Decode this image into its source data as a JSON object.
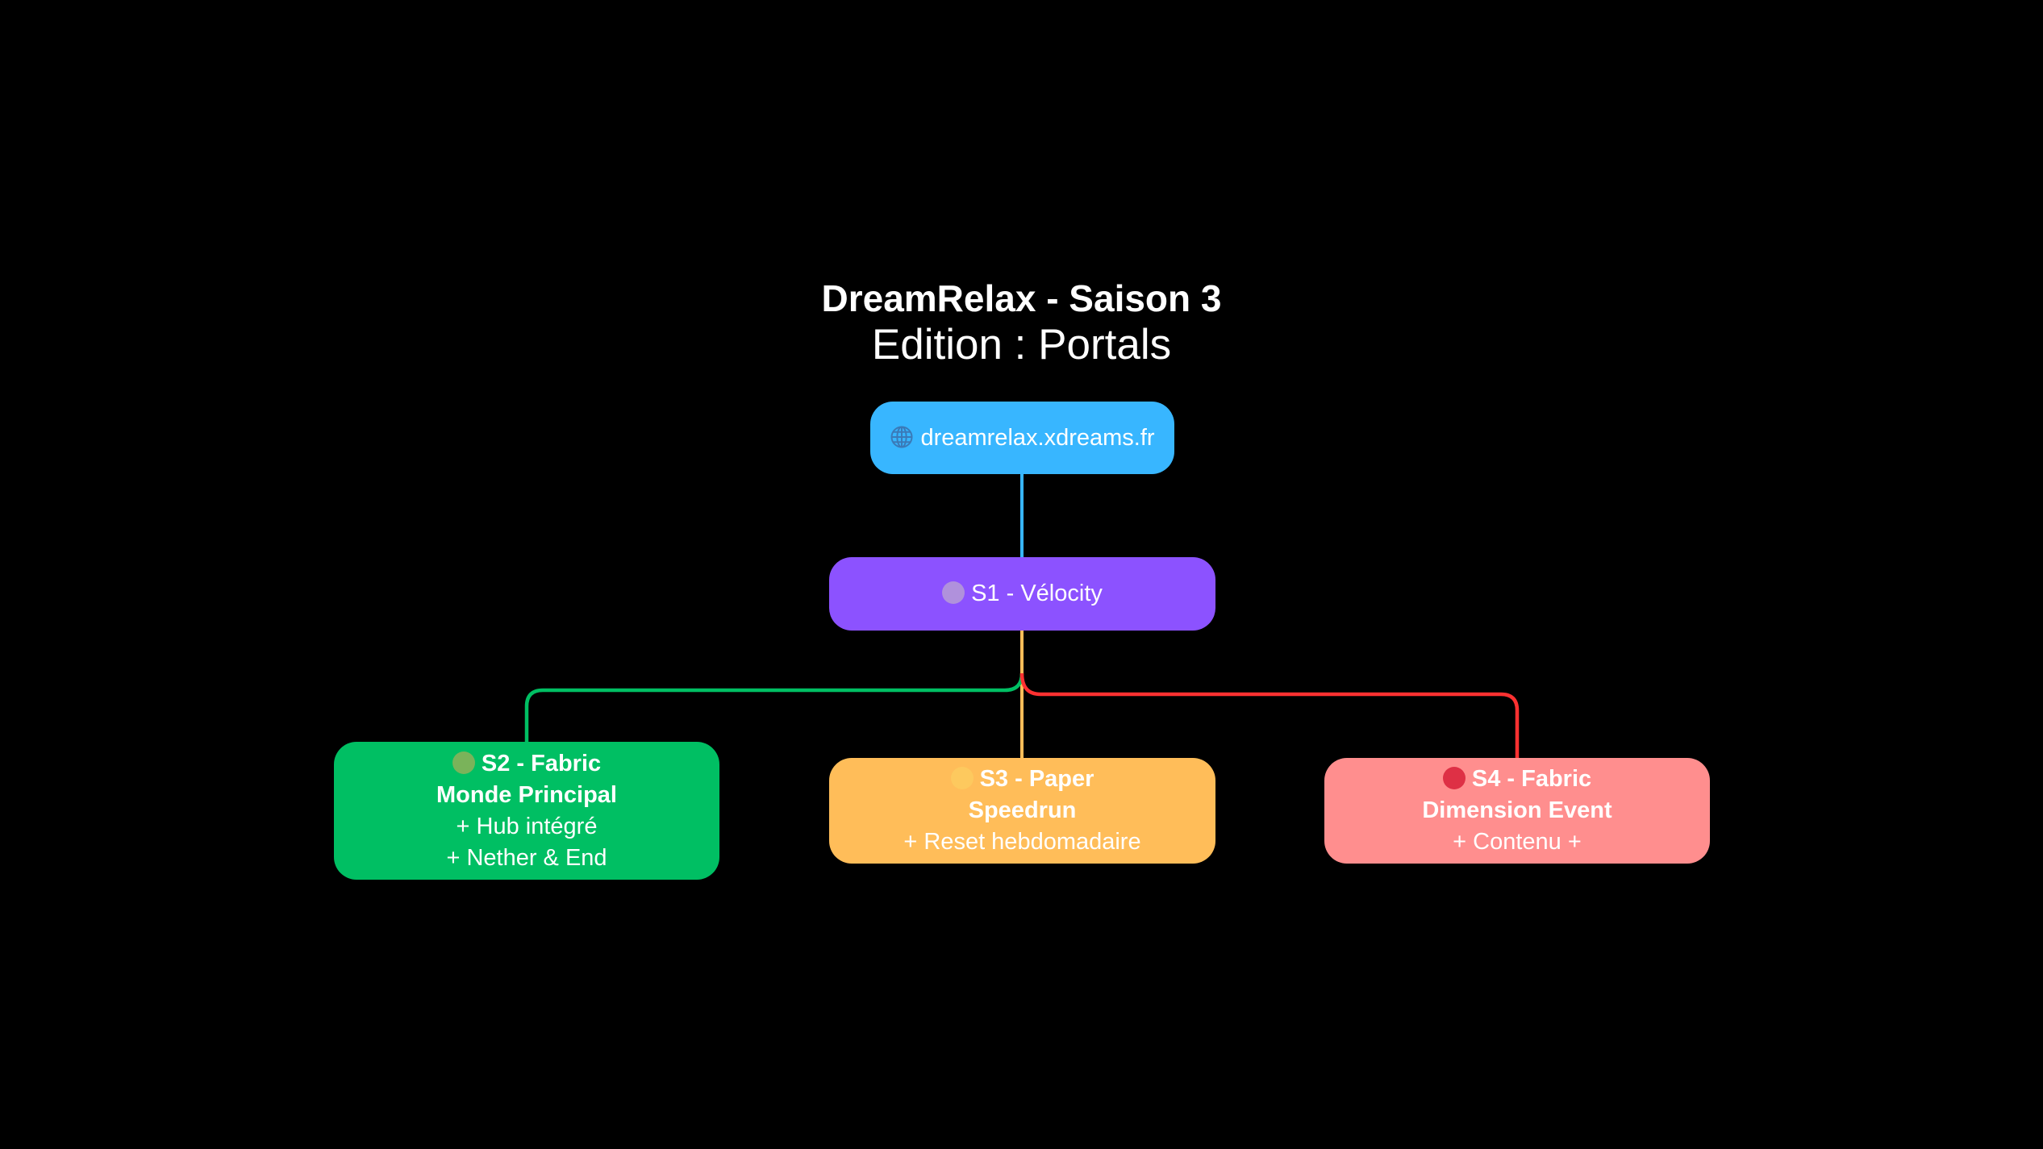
{
  "header": {
    "title": "DreamRelax - Saison 3",
    "subtitle": "Edition : Portals"
  },
  "root": {
    "icon": "globe-icon",
    "label": "dreamrelax.xdreams.fr",
    "color": "#38b6ff",
    "icon_color": "#3a7ab8"
  },
  "s1": {
    "icon": "circle-icon",
    "label": "S1 - Vélocity",
    "color": "#8c52ff",
    "dot_color": "#b091dc"
  },
  "children": [
    {
      "icon": "circle-icon",
      "title": "S2 - Fabric",
      "subtitle": "Monde Principal",
      "lines": [
        "+ Hub intégré",
        "+ Nether & End"
      ],
      "color": "#00bf63",
      "dot_color": "#7ab35a",
      "link_color": "#00bf63"
    },
    {
      "icon": "circle-icon",
      "title": "S3 - Paper",
      "subtitle": "Speedrun",
      "lines": [
        "+ Reset hebdomadaire"
      ],
      "color": "#ffbd59",
      "dot_color": "#fdc95e",
      "link_color": "#ffbd59"
    },
    {
      "icon": "circle-icon",
      "title": "S4 - Fabric",
      "subtitle": "Dimension Event",
      "lines": [
        "+ Contenu +"
      ],
      "color": "#ff8e8e",
      "dot_color": "#de3045",
      "link_color": "#ff3131"
    }
  ]
}
